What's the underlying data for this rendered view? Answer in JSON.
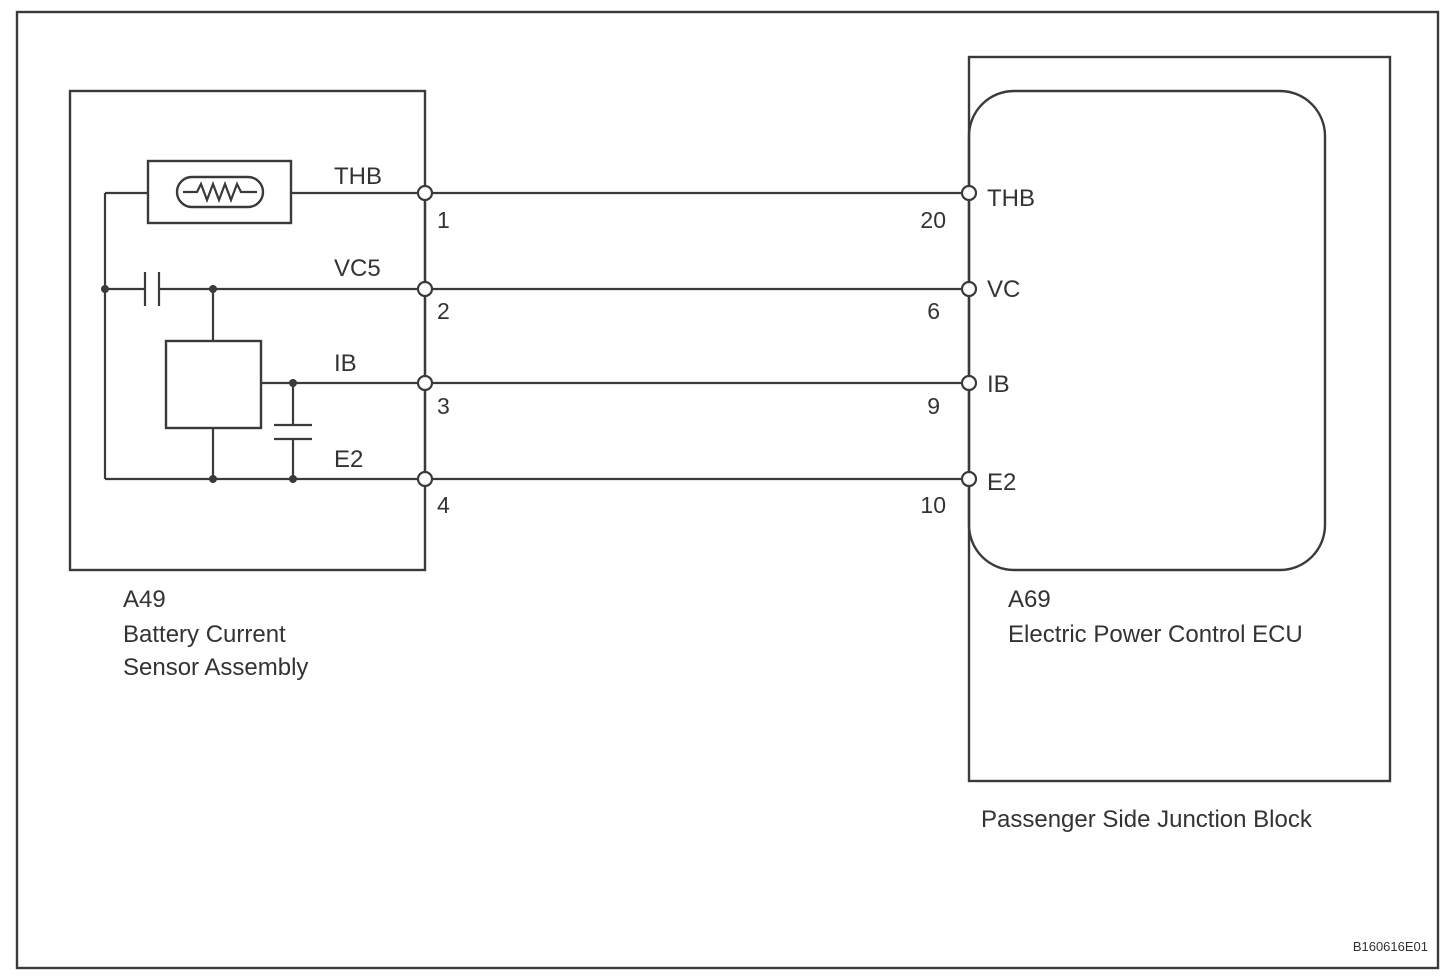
{
  "sensor": {
    "code": "A49",
    "name_line1": "Battery Current",
    "name_line2": "Sensor Assembly",
    "signals": [
      "THB",
      "VC5",
      "IB",
      "E2"
    ],
    "pins": [
      "1",
      "2",
      "3",
      "4"
    ]
  },
  "ecu": {
    "code": "A69",
    "name": "Electric Power Control ECU",
    "signals": [
      "THB",
      "VC",
      "IB",
      "E2"
    ],
    "pins": [
      "20",
      "6",
      "9",
      "10"
    ]
  },
  "junction_block": {
    "label": "Passenger Side Junction Block"
  },
  "figure_code": "B160616E01"
}
